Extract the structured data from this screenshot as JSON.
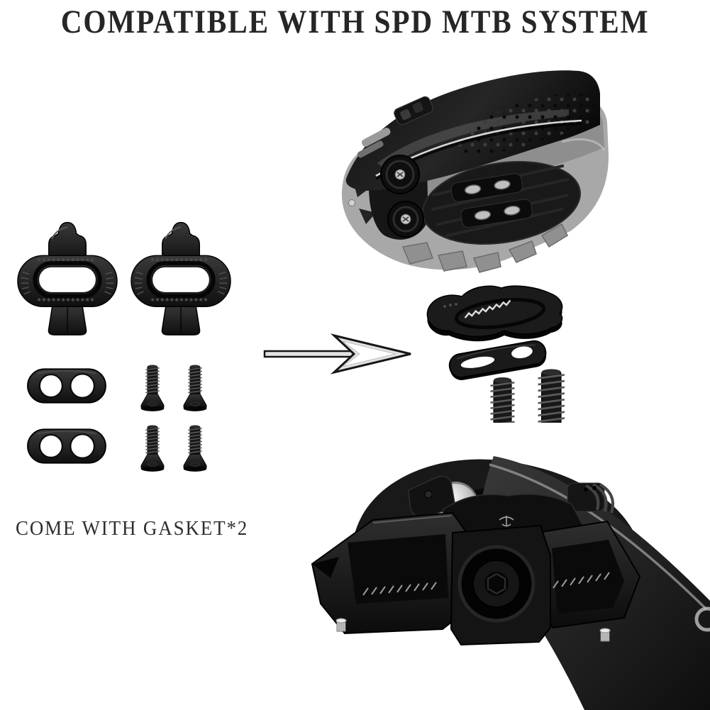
{
  "page": {
    "background_color": "#ffffff",
    "heading": "COMPATIBLE WITH SPD MTB SYSTEM",
    "caption": "COME WITH GASKET*2",
    "text_color": "#262626"
  },
  "colors": {
    "part_black": "#161616",
    "part_highlight": "#3a3a3a",
    "arrow_fill": "#e3e3e3",
    "arrow_outline": "#161616",
    "sole_gray": "#a8a8a8",
    "metal_silver": "#c8c8c8"
  },
  "illustrations": {
    "shoe": "mtb-shoe-sole-photo",
    "cleats": "spd-cleat-pair",
    "gaskets": "gasket-plate-x2",
    "screws": "mounting-screw-x4",
    "arrow": "right-arrow",
    "exploded_kit": "cleat-gasket-screws-exploded",
    "pedal": "spd-pedal-on-crank-photo"
  }
}
